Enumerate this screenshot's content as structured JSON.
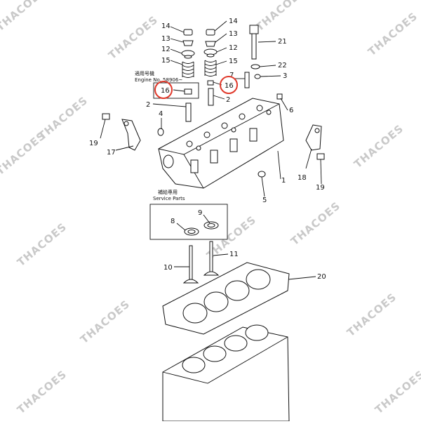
{
  "watermark": "THACOES",
  "notes": {
    "engine_jp": "適用号機",
    "engine_en": "Engine No. 58906~",
    "service_jp": "補給専用",
    "service_en": "Service Parts"
  },
  "callouts": {
    "c14a": "14",
    "c14b": "14",
    "c13a": "13",
    "c13b": "13",
    "c12a": "12",
    "c12b": "12",
    "c15a": "15",
    "c15b": "15",
    "c21": "21",
    "c22": "22",
    "c3": "3",
    "c7": "7",
    "c16a": "16",
    "c16b": "16",
    "c2a": "2",
    "c2b": "2",
    "c4": "4",
    "c6": "6",
    "c19a": "19",
    "c19b": "19",
    "c17": "17",
    "c18": "18",
    "c1": "1",
    "c5": "5",
    "c9": "9",
    "c8": "8",
    "c11": "11",
    "c10": "10",
    "c20": "20"
  },
  "highlight_color": "#e0392b"
}
